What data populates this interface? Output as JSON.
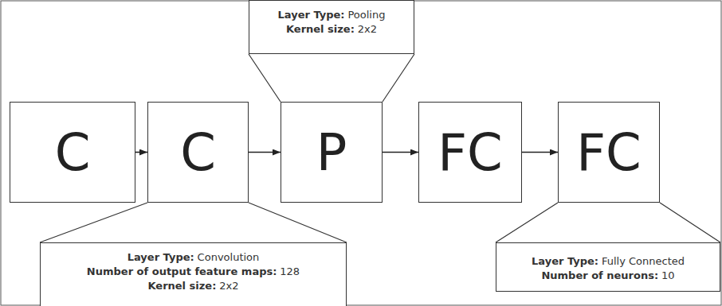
{
  "diagram": {
    "nodes": [
      {
        "text": [
          "C"
        ]
      },
      {
        "text": [
          "C"
        ]
      },
      {
        "text": [
          "P"
        ]
      },
      {
        "text": [
          "FC"
        ]
      },
      {
        "text": [
          "FC"
        ]
      },
      {
        "text": [
          "Layer Type:",
          "Pooling",
          "Kernel size:",
          "2x2"
        ]
      },
      {
        "text": [
          "Layer Type:",
          "Convolution",
          "Number of output feature maps:",
          "128",
          "Kernel size:",
          "2x2"
        ]
      },
      {
        "text": [
          "Layer Type:",
          "Fully Connected",
          "Number of neurons:",
          "10"
        ]
      }
    ],
    "edges": [
      {
        "from": 0,
        "to": 1,
        "arrow": "to"
      },
      {
        "from": 1,
        "to": 2,
        "arrow": "to"
      },
      {
        "from": 2,
        "to": 3,
        "arrow": "to"
      },
      {
        "from": 3,
        "to": 4,
        "arrow": "to"
      },
      {
        "from": 5,
        "to": 2,
        "arrow": "none"
      },
      {
        "from": 6,
        "to": 1,
        "arrow": "none"
      },
      {
        "from": 7,
        "to": 4,
        "arrow": "none"
      }
    ]
  }
}
